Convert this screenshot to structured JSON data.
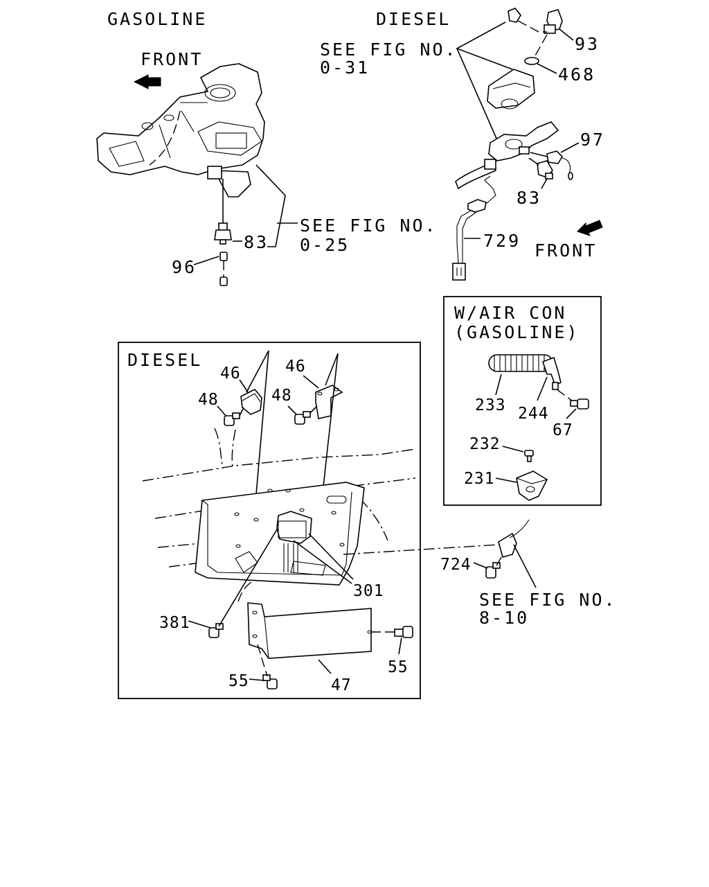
{
  "headings": {
    "gasoline": "GASOLINE",
    "diesel_top": "DIESEL",
    "diesel_box": "DIESEL",
    "aircon_line1": "W/AIR CON",
    "aircon_line2": "(GASOLINE)"
  },
  "front_labels": {
    "left": "FRONT",
    "right": "FRONT"
  },
  "references": {
    "fig_0_31": {
      "line1": "SEE FIG NO.",
      "line2": "0-31"
    },
    "fig_0_25": {
      "line1": "SEE FIG NO.",
      "line2": "0-25"
    },
    "fig_8_10": {
      "line1": "SEE FIG NO.",
      "line2": "8-10"
    }
  },
  "callouts": {
    "p93": "93",
    "p468": "468",
    "p97": "97",
    "p83_diesel": "83",
    "p729": "729",
    "p83_gas": "83",
    "p96": "96",
    "p46_left": "46",
    "p46_right": "46",
    "p48_left": "48",
    "p48_right": "48",
    "p301": "301",
    "p381": "381",
    "p55_bottom": "55",
    "p55_right": "55",
    "p47": "47",
    "p233": "233",
    "p244": "244",
    "p67": "67",
    "p232": "232",
    "p231": "231",
    "p724": "724"
  }
}
